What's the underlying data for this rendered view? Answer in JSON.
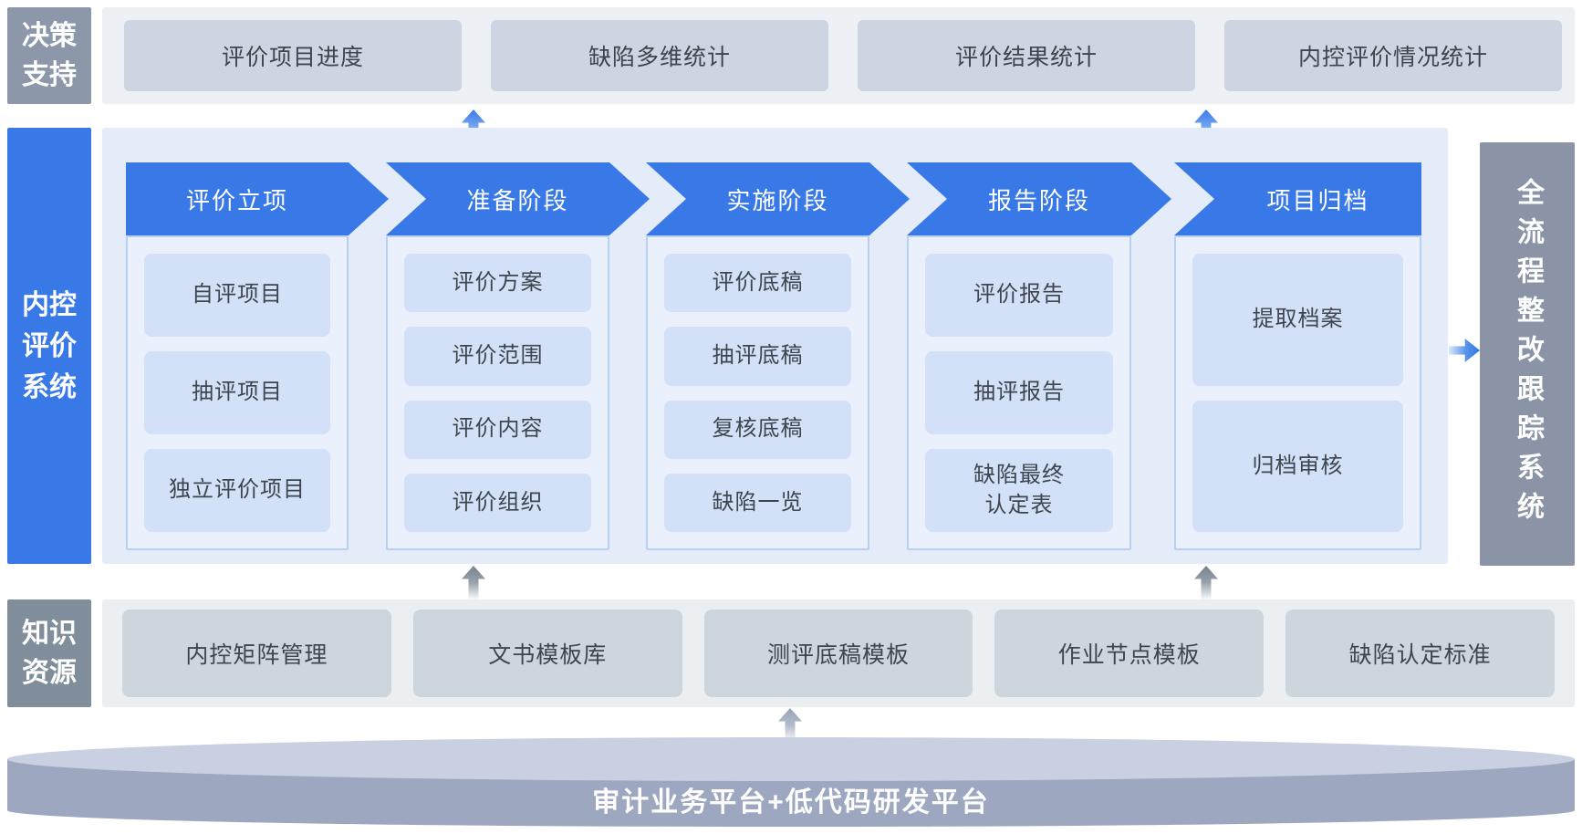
{
  "palette": {
    "accent_blue": "#3879E7",
    "decision_label_gray": "#8C98AA",
    "knowledge_label_gray": "#7F8E9A",
    "tracking_bar_gray": "#8B94A6",
    "stage_item_blue": "#D2E1F8",
    "cylinder_body_gray": "#9DA7C0"
  },
  "decision_support": {
    "label": "决策支持",
    "items": [
      "评价项目进度",
      "缺陷多维统计",
      "评价结果统计",
      "内控评价情况统计"
    ]
  },
  "evaluation_system": {
    "label": "内控评价系统",
    "stages": [
      {
        "title": "评价立项",
        "items": [
          "自评项目",
          "抽评项目",
          "独立评价项目"
        ]
      },
      {
        "title": "准备阶段",
        "items": [
          "评价方案",
          "评价范围",
          "评价内容",
          "评价组织"
        ]
      },
      {
        "title": "实施阶段",
        "items": [
          "评价底稿",
          "抽评底稿",
          "复核底稿",
          "缺陷一览"
        ]
      },
      {
        "title": "报告阶段",
        "items": [
          "评价报告",
          "抽评报告",
          "缺陷最终\n认定表"
        ]
      },
      {
        "title": "项目归档",
        "items": [
          "提取档案",
          "归档审核"
        ]
      }
    ]
  },
  "rectification_system": {
    "label": "全流程整改跟踪系统"
  },
  "knowledge_resources": {
    "label": "知识资源",
    "items": [
      "内控矩阵管理",
      "文书模板库",
      "测评底稿模板",
      "作业节点模板",
      "缺陷认定标准"
    ]
  },
  "platform": {
    "label": "审计业务平台+低代码研发平台"
  }
}
